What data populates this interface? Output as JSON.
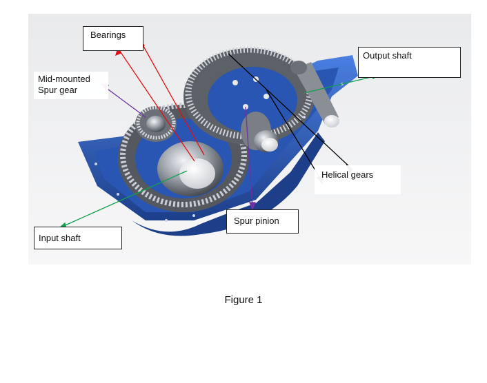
{
  "figure": {
    "labels": {
      "bearings": "Bearings",
      "mid_mounted_line1": "Mid-mounted",
      "mid_mounted_line2": "Spur gear",
      "output_shaft": "Output shaft",
      "helical_gears": "Helical gears",
      "spur_pinion": "Spur pinion",
      "input_shaft": "Input shaft"
    },
    "caption": "Figure 1"
  },
  "colors": {
    "housing_blue": "#2f5fbf",
    "housing_dark": "#1d3f8a",
    "gear_metal": "#8a8f96",
    "arrow_red": "#e01010",
    "arrow_purple": "#7030a0",
    "arrow_green": "#10a050",
    "arrow_black": "#000000"
  }
}
